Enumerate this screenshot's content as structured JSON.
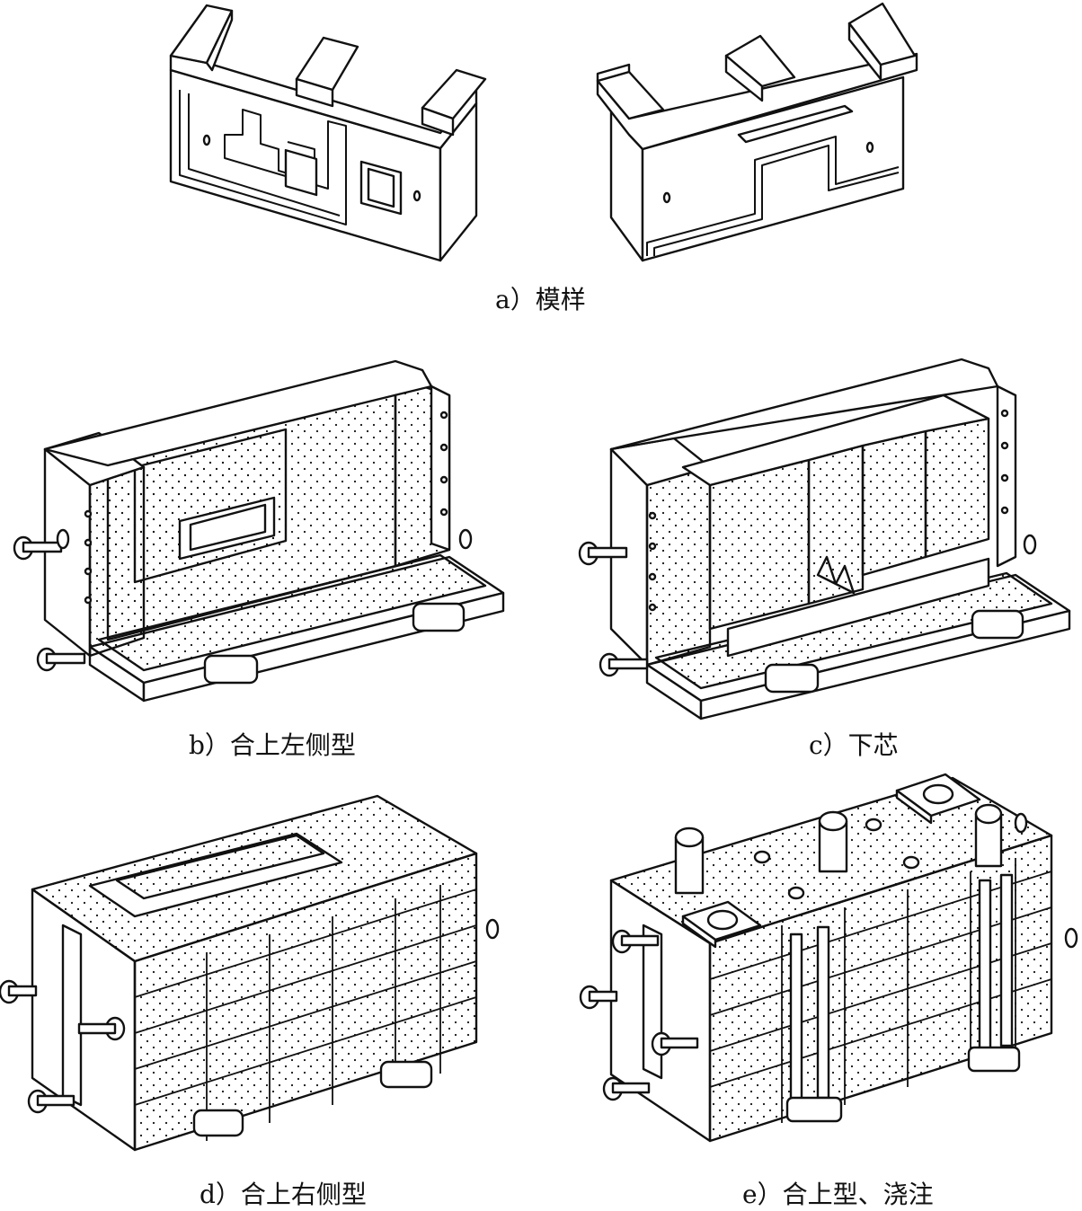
{
  "figure": {
    "captions": {
      "a": "a）模样",
      "b": "b）合上左侧型",
      "c": "c）下芯",
      "d": "d）合上右侧型",
      "e": "e）合上型、浇注"
    }
  },
  "style": {
    "line": "#111111",
    "fill": "#ffffff"
  }
}
